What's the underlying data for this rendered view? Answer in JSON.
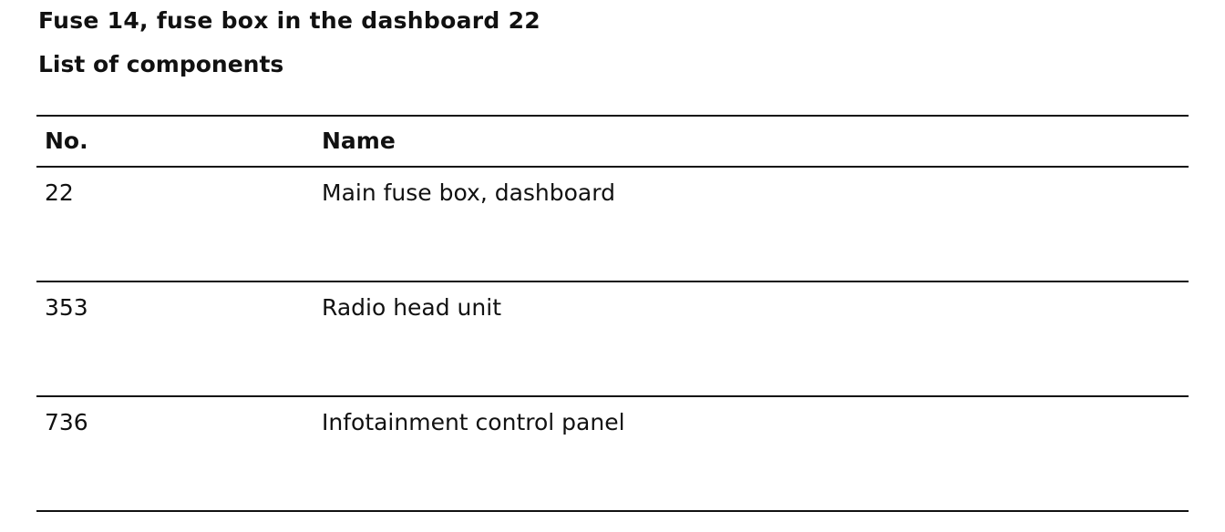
{
  "document": {
    "title": "Fuse 14, fuse box in the dashboard 22",
    "subtitle": "List of components"
  },
  "table": {
    "headers": {
      "no": "No.",
      "name": "Name"
    },
    "rows": [
      {
        "no": "22",
        "name": "Main fuse box, dashboard"
      },
      {
        "no": "353",
        "name": "Radio head unit"
      },
      {
        "no": "736",
        "name": "Infotainment control panel"
      }
    ]
  }
}
